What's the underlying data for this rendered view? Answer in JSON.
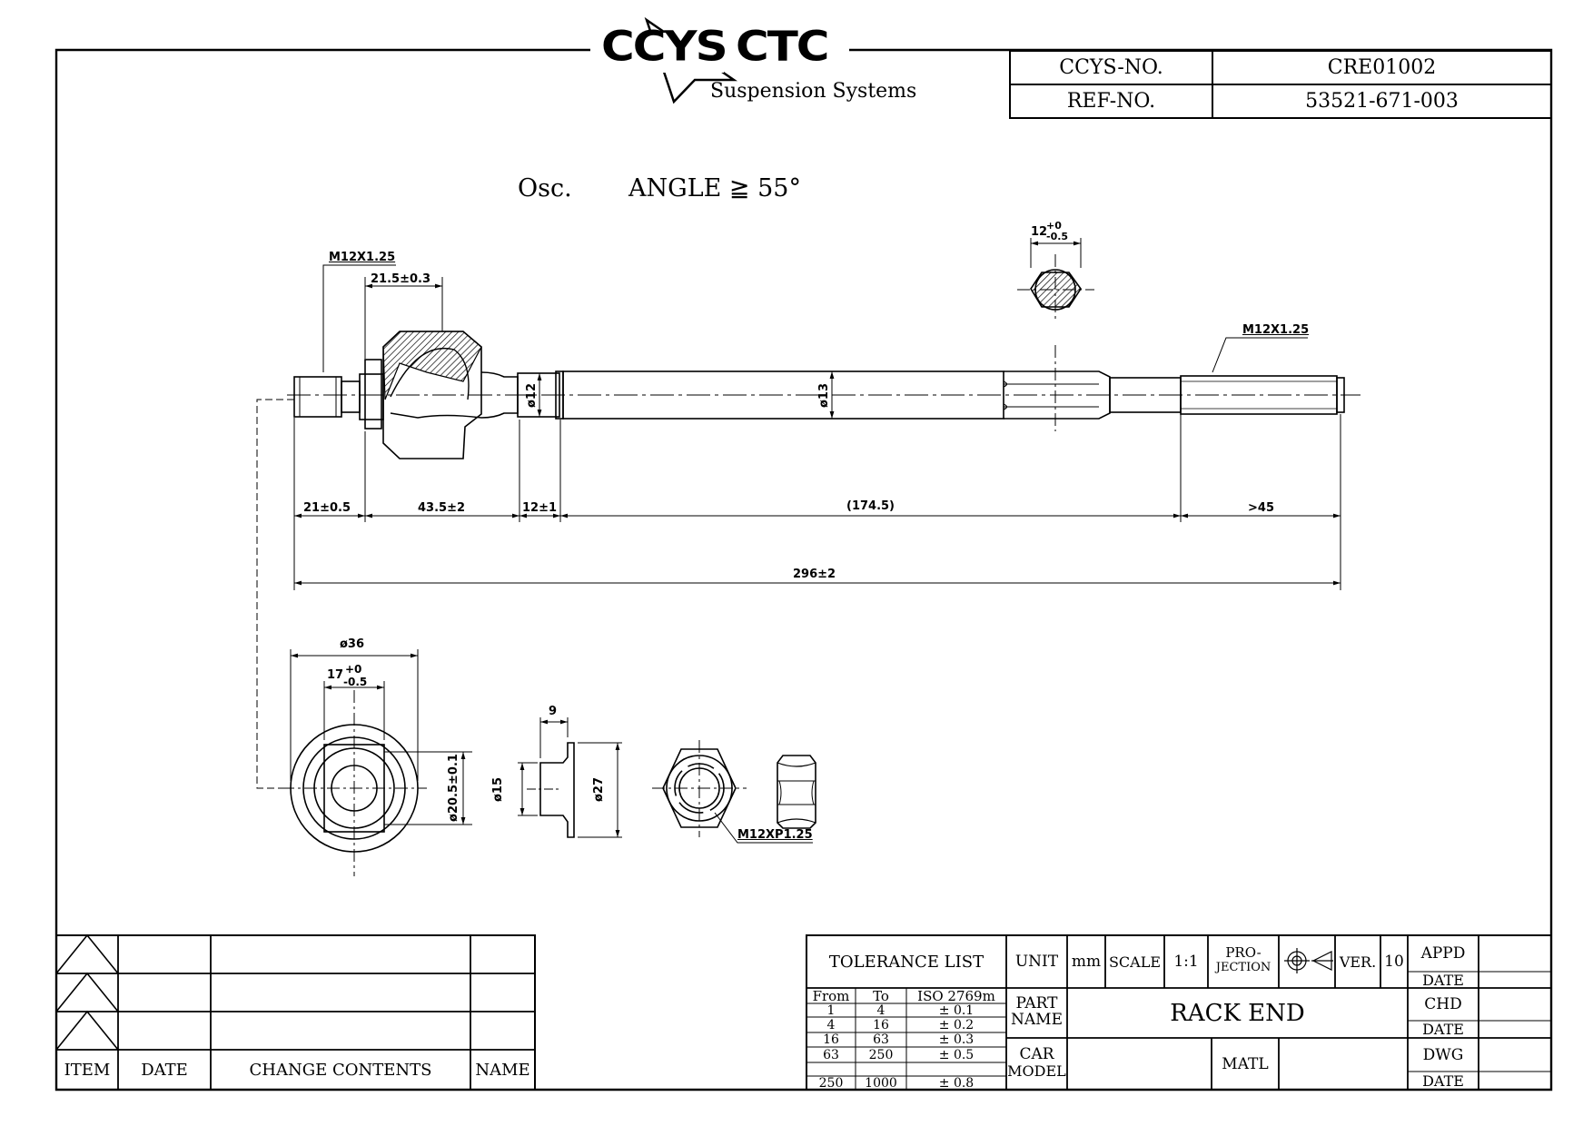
{
  "logo": {
    "left": "CCYS",
    "right": "CTC",
    "tagline": "Suspension Systems"
  },
  "header": {
    "ccys_no_label": "CCYS-NO.",
    "ccys_no": "CRE01002",
    "ref_no_label": "REF-NO.",
    "ref_no": "53521-671-003"
  },
  "note": {
    "osc": "Osc.",
    "angle": "ANGLE ≧  55°"
  },
  "dims": {
    "thread_left": "M12X1.25",
    "ball_len": "21.5±0.3",
    "thread_right": "M12X1.25",
    "hex_w": "12",
    "hex_tol_up": "+0",
    "hex_tol_dn": "-0.5",
    "d12": "ø12",
    "d13": "ø13",
    "seg1": "21±0.5",
    "seg2": "43.5±2",
    "seg3": "12±1",
    "seg4": "(174.5)",
    "seg5": ">45",
    "total": "296±2",
    "d36": "ø36",
    "w17": "17",
    "w17_tol_up": "+0",
    "w17_tol_dn": "-0.5",
    "d20": "ø20.5±0.1",
    "nine": "9",
    "d15": "ø15",
    "d27": "ø27",
    "nut": "M12XP1.25"
  },
  "revision": {
    "headers": [
      "ITEM",
      "DATE",
      "CHANGE CONTENTS",
      "NAME"
    ]
  },
  "title_block": {
    "tolerance_title": "TOLERANCE LIST",
    "tol_headers": [
      "From",
      "To",
      "ISO 2769m"
    ],
    "tol_rows": [
      [
        "1",
        "4",
        "± 0.1"
      ],
      [
        "4",
        "16",
        "± 0.2"
      ],
      [
        "16",
        "63",
        "± 0.3"
      ],
      [
        "63",
        "250",
        "± 0.5"
      ],
      [
        "250",
        "1000",
        "± 0.8"
      ]
    ],
    "unit_label": "UNIT",
    "unit": "mm",
    "scale_label": "SCALE",
    "scale": "1:1",
    "proj_1": "PRO-",
    "proj_2": "JECTION",
    "ver_label": "VER.",
    "ver": "10",
    "part_1": "PART",
    "part_2": "NAME",
    "part_name": "RACK  END",
    "car_1": "CAR",
    "car_2": "MODEL",
    "matl": "MATL",
    "appd": "APPD",
    "chd": "CHD",
    "dwg": "DWG",
    "date": "DATE"
  }
}
